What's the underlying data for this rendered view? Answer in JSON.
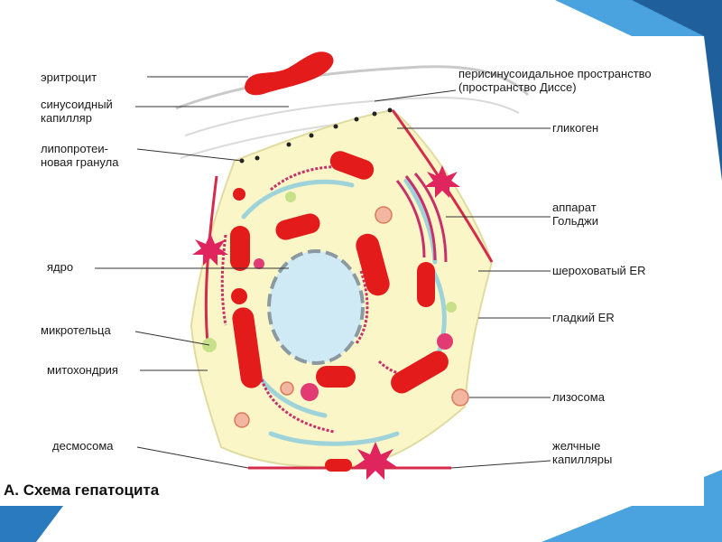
{
  "title": "А. Схема гепатоцита",
  "labels": {
    "erythrocyte": "эритроцит",
    "sinusoid_capillary": "синусоидный\nкапилляр",
    "lipoprotein_granule": "липопротеи-\nновая гранула",
    "nucleus": "ядро",
    "microbody": "микротельца",
    "mitochondria": "митохондрия",
    "desmosome": "десмосома",
    "perisinusoidal_space": "перисинусоидальное пространство\n(пространство Диссе)",
    "glycogen": "гликоген",
    "golgi": "аппарат\nГольджи",
    "rough_er": "шероховатый ER",
    "smooth_er": "гладкий ER",
    "lysosome": "лизосома",
    "bile_capillaries": "желчные\nкапилляры"
  },
  "colors": {
    "slide_accent": "#1f5f9b",
    "slide_accent_light": "#4aa3df",
    "cytoplasm": "#fbf6c8",
    "mitochondria": "#e31b1b",
    "rough_er": "#c8306a",
    "smooth_er": "#9ed3da",
    "nucleus": "#cfe9f5"
  }
}
